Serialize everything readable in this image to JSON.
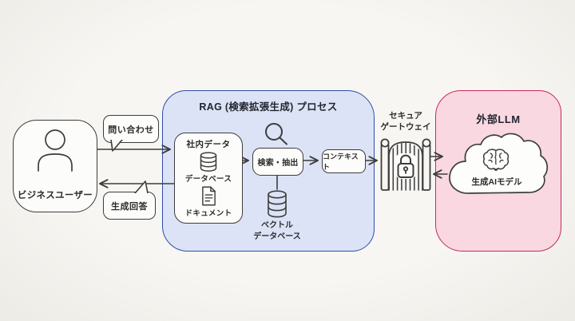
{
  "colors": {
    "background": "#f4f3ef",
    "ink": "#3d3d3d",
    "rag_fill": "#dce3f6",
    "rag_border": "#2f4da8",
    "llm_fill": "#f9d8e2",
    "llm_border": "#c42a5e"
  },
  "user": {
    "label": "ビジネスユーザー",
    "icon": "person-icon"
  },
  "bubbles": {
    "inquiry": "問い合わせ",
    "answer": "生成回答"
  },
  "rag": {
    "title": "RAG (検索拡張生成) プロセス",
    "internal_data": {
      "title": "社内データ",
      "database_label": "データベース",
      "database_icon": "database-icon",
      "document_label": "ドキュメント",
      "document_icon": "document-icon"
    },
    "search": {
      "label": "検索・抽出",
      "icon": "magnifier-icon"
    },
    "context": {
      "label": "コンテキスト"
    },
    "vector_db": {
      "line1": "ベクトル",
      "line2": "データベース",
      "icon": "database-icon"
    }
  },
  "gateway": {
    "line1": "セキュア",
    "line2": "ゲートウェイ",
    "icon": "gate-with-padlock-icon"
  },
  "llm": {
    "title": "外部LLM",
    "model_label": "生成AIモデル",
    "cloud_icon": "cloud-icon",
    "brain_icon": "brain-icon"
  }
}
